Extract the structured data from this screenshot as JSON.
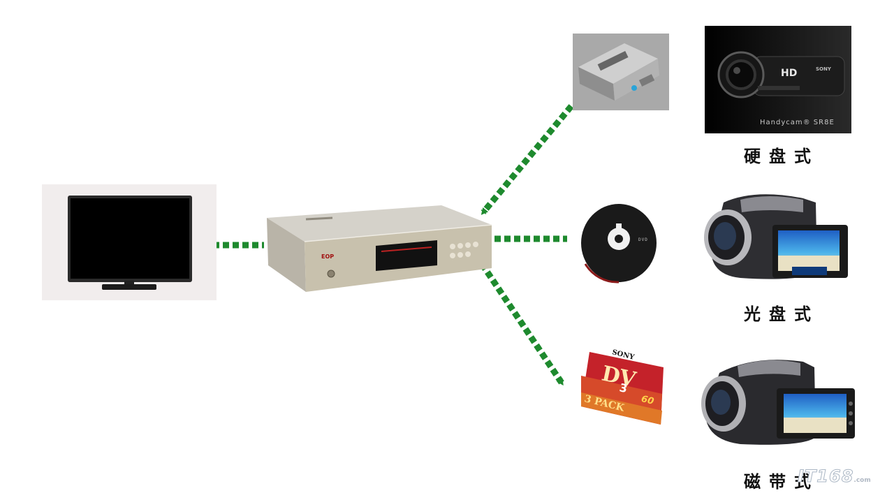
{
  "captions": {
    "hdd": "硬盘式",
    "dvd": "光盘式",
    "tape": "磁带式"
  },
  "watermark": {
    "text": "IT168",
    "domain": ".com"
  },
  "camera_hdd": {
    "badge": "HD",
    "brand": "SONY",
    "model": "Handycam® SR8E"
  },
  "tape_pack": {
    "brand": "SONY",
    "pack": "3 PACK",
    "minutes": "60"
  },
  "disc": {
    "label": "DVD"
  },
  "colors": {
    "link_dash": "#1e8a2e",
    "caption_text": "#111111",
    "tv_panel": "#f1eded"
  },
  "icons": [
    "television",
    "media-player",
    "hdd-module",
    "dvd-disc",
    "minidv-tape-pack",
    "hdd-camcorder",
    "dvd-camcorder",
    "tape-camcorder"
  ]
}
